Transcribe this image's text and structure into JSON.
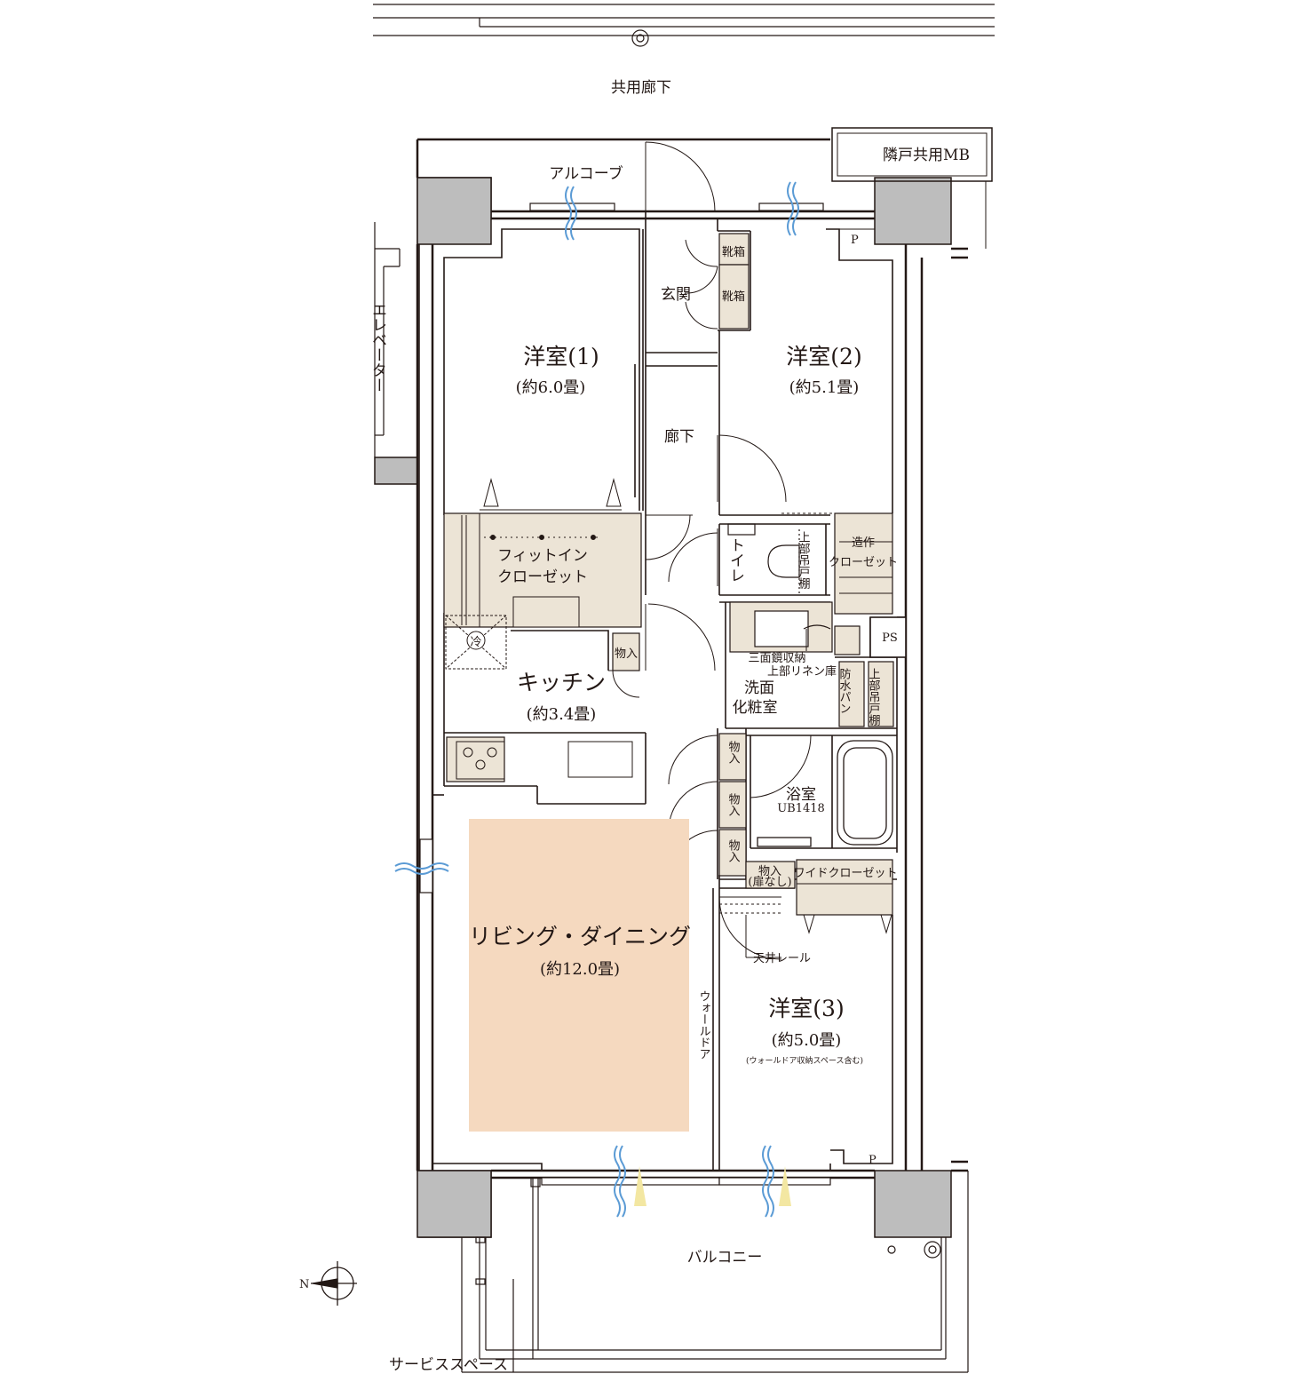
{
  "labels": {
    "common_corridor": "共用廊下",
    "alcove": "アルコーブ",
    "neighbor_mb": "隣戸共用MB",
    "entrance": "玄関",
    "shoe_box": "靴箱",
    "hallway": "廊下",
    "elevator": "エレベーター",
    "pipe_space": "P",
    "ps": "PS",
    "toilet": "トイレ",
    "upper_cabinet": "上部吊戸棚",
    "built_in_closet": [
      "造作",
      "クローゼット"
    ],
    "fit_in_closet": [
      "フィットイン",
      "クローゼット"
    ],
    "storage": "物入",
    "storage_no_door": [
      "物入",
      "(扉なし)"
    ],
    "mirror_storage": "三面鏡収納",
    "upper_linen": "上部リネン庫",
    "waterproof_pan": "防水パン",
    "washroom": [
      "洗面",
      "化粧室"
    ],
    "bathroom": "浴室",
    "bathroom_unit": "UB1418",
    "wide_closet": "ワイドクローゼット",
    "ceiling_rail": "天井レール",
    "wall_door": "ウォールドア",
    "balcony": "バルコニー",
    "service_space": "サービススペース",
    "fridge": "冷"
  },
  "rooms": [
    {
      "name": "洋室(1)",
      "area": "(約6.0畳)"
    },
    {
      "name": "洋室(2)",
      "area": "(約5.1畳)"
    },
    {
      "name": "キッチン",
      "area": "(約3.4畳)"
    },
    {
      "name": "リビング・ダイニング",
      "area": "(約12.0畳)"
    },
    {
      "name": "洋室(3)",
      "area": "(約5.0畳)",
      "note": "(ウォールドア収納スペース含む)"
    }
  ],
  "colors": {
    "wall": "#231815",
    "structure": "#bdbdbd",
    "storage_fill": "#ece4d6",
    "living_highlight": "#f5d9bf",
    "window_blue": "#5b9bd5",
    "light_yellow": "#f3e7a2"
  }
}
